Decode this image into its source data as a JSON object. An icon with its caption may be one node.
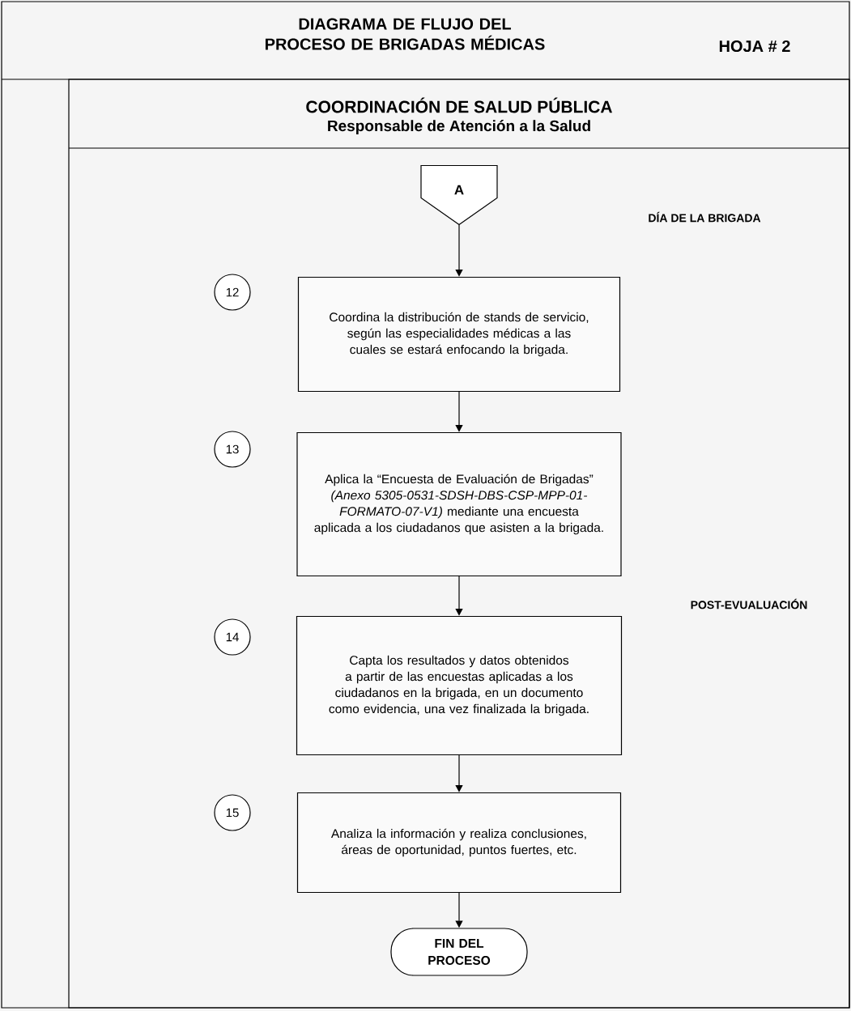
{
  "diagram": {
    "title": "DIAGRAMA DE FLUJO DEL PROCESO DE BRIGADAS MÉDICAS",
    "nodes": [
      {
        "text": [
          "COORDINACIÓN DE SALUD PÚBLICA",
          "Responsable de Atención a la Salud"
        ]
      },
      {
        "text": [
          "A"
        ],
        "in": 0
      },
      {
        "text": [
          "12"
        ],
        "in": 0
      },
      {
        "text": [
          "Coordina la distribución de stands de servicio, según las especialidades médicas a las cuales se estará enfocando la brigada."
        ],
        "in": 0
      },
      {
        "text": [
          "13"
        ],
        "in": 0
      },
      {
        "text": [
          "Aplica la “Encuesta de Evaluación de Brigadas” *(Anexo 5305-0531-SDSH-DBS-CSP-MPP-01-FORMATO-07-V1)* mediante una encuesta aplicada a los ciudadanos que asisten a la brigada."
        ],
        "in": 0
      },
      {
        "text": [
          "14"
        ],
        "in": 0
      },
      {
        "text": [
          "Capta los resultados y datos obtenidos a partir de las encuestas aplicadas a los ciudadanos en la brigada, en un documento como evidencia, una vez finalizada la brigada."
        ],
        "in": 0
      },
      {
        "text": [
          "15"
        ],
        "in": 0
      },
      {
        "text": [
          "Analiza la información y realiza conclusiones, áreas de oportunidad, puntos fuertes, etc."
        ],
        "in": 0
      },
      {
        "text": [
          "FIN DEL PROCESO"
        ],
        "in": 0
      }
    ],
    "edges": [
      {
        "from": 1,
        "to": 3,
        "arrow": "to"
      },
      {
        "from": 3,
        "to": 5,
        "arrow": "to"
      },
      {
        "from": 5,
        "to": 7,
        "arrow": "to"
      },
      {
        "from": 7,
        "to": 9,
        "arrow": "to"
      },
      {
        "from": 9,
        "to": 10,
        "arrow": "to"
      }
    ],
    "labels": [
      "HOJA # 2",
      "DÍA DE LA BRIGADA",
      "POST-EVUALUACIÓN"
    ]
  }
}
